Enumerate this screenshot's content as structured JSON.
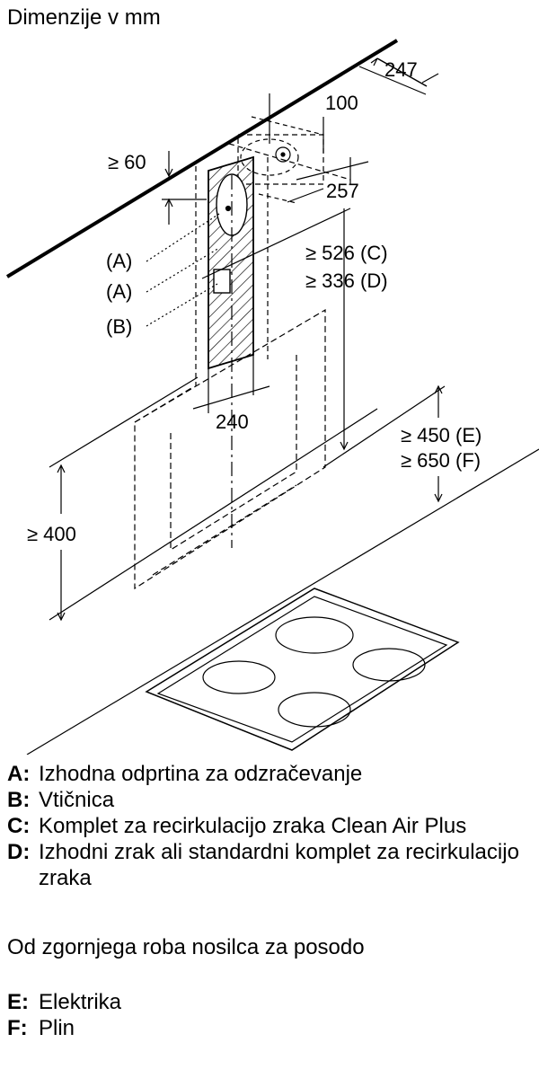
{
  "title": "Dimenzije v mm",
  "diagram": {
    "dim_247": "247",
    "dim_100": "100",
    "dim_60": "≥ 60",
    "dim_257": "257",
    "label_a1": "(A)",
    "label_a2": "(A)",
    "label_b": "(B)",
    "dim_526": "≥ 526 (C)",
    "dim_336": "≥ 336 (D)",
    "dim_240": "240",
    "dim_450": "≥ 450 (E)",
    "dim_650": "≥ 650 (F)",
    "dim_400": "≥ 400"
  },
  "legend": [
    {
      "key": "A:",
      "text": "Izhodna odprtina za odzračevanje"
    },
    {
      "key": "B:",
      "text": "Vtičnica"
    },
    {
      "key": "C:",
      "text": "Komplet za recirkulacijo zraka Clean Air Plus"
    },
    {
      "key": "D:",
      "text": "Izhodni zrak ali standardni komplet za recirkulacijo zraka"
    }
  ],
  "note": "Od zgornjega roba nosilca za posodo",
  "legend2": [
    {
      "key": "E:",
      "text": "Elektrika"
    },
    {
      "key": "F:",
      "text": "Plin"
    }
  ]
}
